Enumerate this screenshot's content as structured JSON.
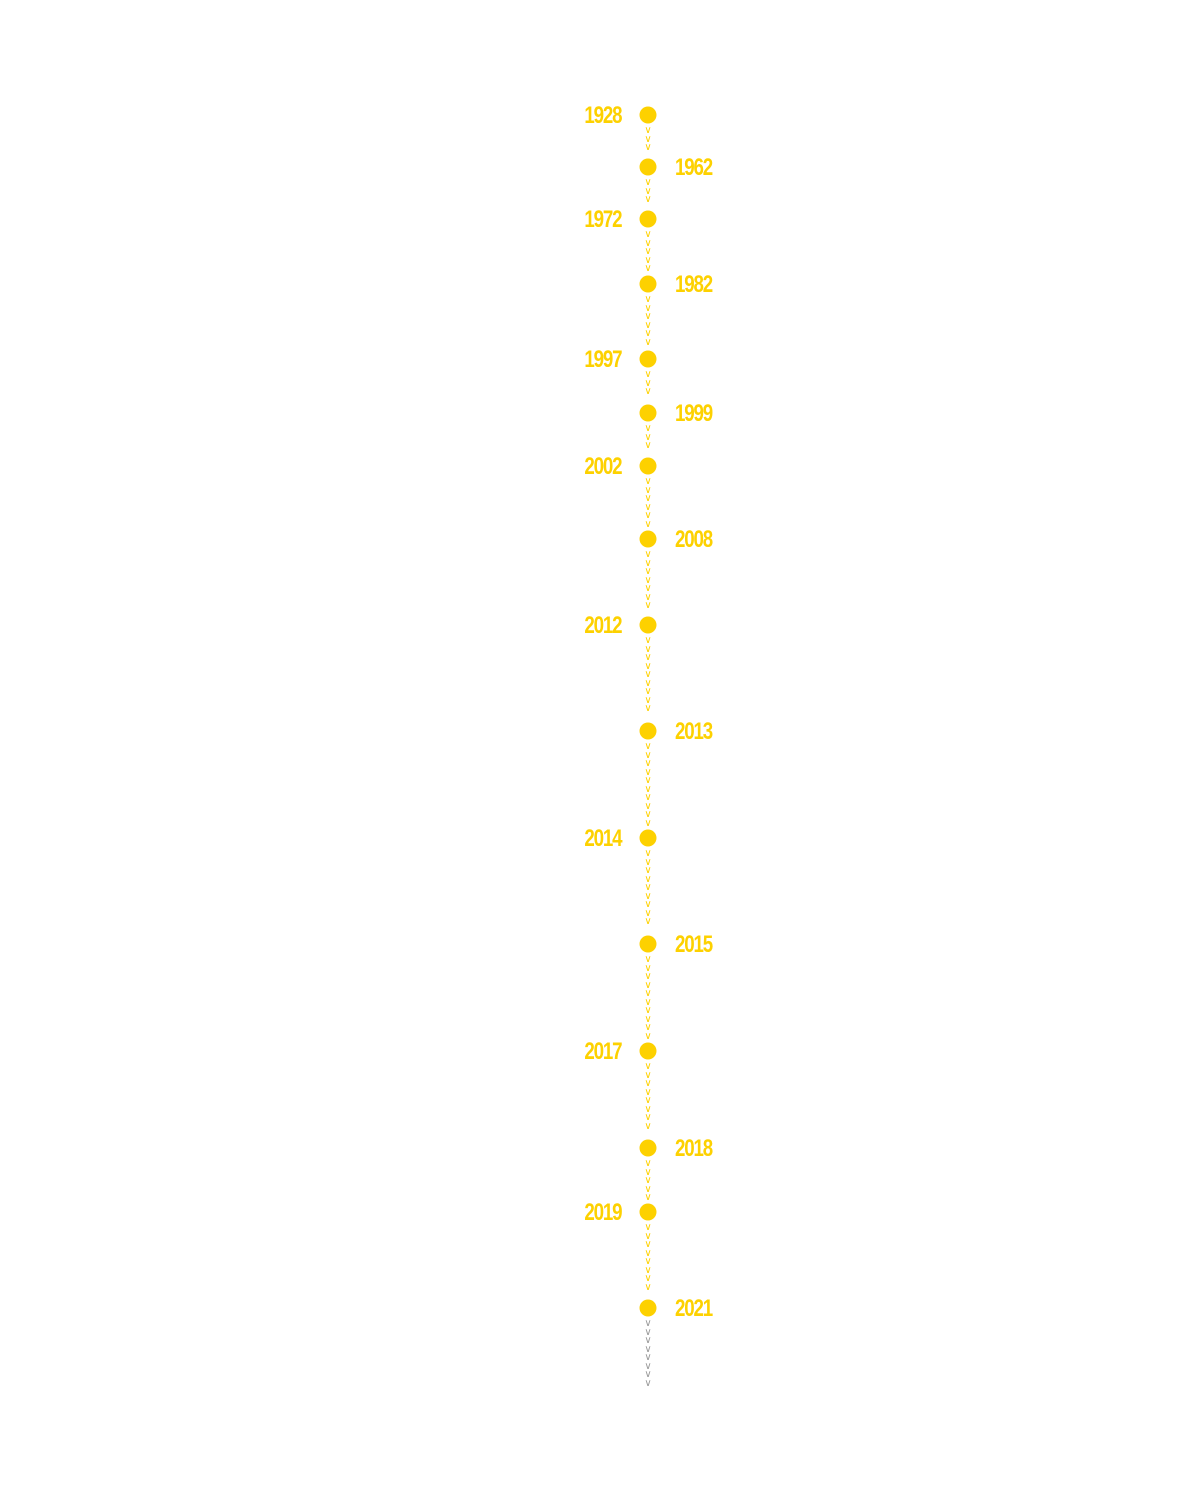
{
  "colors": {
    "accent": "#fdd100",
    "chevron_past": "#fdd100",
    "chevron_future": "#9a9a9a"
  },
  "icons": {
    "milestone": "dot-icon",
    "connector": "chevron-down-icon"
  },
  "timeline": {
    "events": [
      {
        "year": "1928",
        "side": "left"
      },
      {
        "year": "1962",
        "side": "right"
      },
      {
        "year": "1972",
        "side": "left"
      },
      {
        "year": "1982",
        "side": "right"
      },
      {
        "year": "1997",
        "side": "left"
      },
      {
        "year": "1999",
        "side": "right"
      },
      {
        "year": "2002",
        "side": "left"
      },
      {
        "year": "2008",
        "side": "right"
      },
      {
        "year": "2012",
        "side": "left"
      },
      {
        "year": "2013",
        "side": "right"
      },
      {
        "year": "2014",
        "side": "left"
      },
      {
        "year": "2015",
        "side": "right"
      },
      {
        "year": "2017",
        "side": "left"
      },
      {
        "year": "2018",
        "side": "right"
      },
      {
        "year": "2019",
        "side": "left"
      },
      {
        "year": "2021",
        "side": "right"
      }
    ]
  }
}
